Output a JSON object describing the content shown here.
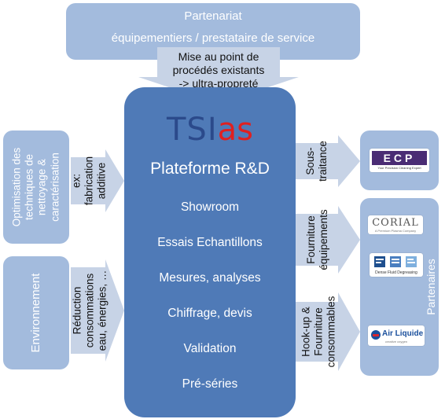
{
  "colors": {
    "main_box": "#4f7ab7",
    "light_box": "#a3bbdd",
    "arrow": "#c7d3e6",
    "tsi_blue": "#2b4a8b",
    "as_red": "#e02020"
  },
  "top": {
    "line1": "Partenariat",
    "line2": "équipementiers / prestataire de service"
  },
  "top_arrow": {
    "line1": "Mise au point de",
    "line2": "procédés existants",
    "line3": "-> ultra-propreté"
  },
  "main": {
    "logo_tsi": "TSI",
    "logo_as": "as",
    "title": "Plateforme R&D",
    "items": [
      "Showroom",
      "Essais Echantillons",
      "Mesures, analyses",
      "Chiffrage, devis",
      "Validation",
      "Pré-séries"
    ]
  },
  "left_top_box": {
    "line1": "Optimisation des",
    "line2": "techniques de",
    "line3": "nettoyage &",
    "line4": "caractérisation"
  },
  "left_top_arrow": {
    "line1": "ex:",
    "line2": "fabrication",
    "line3": "additive"
  },
  "left_bottom_box": {
    "line1": "Environnement"
  },
  "left_bottom_arrow": {
    "line1": "Réduction",
    "line2": "consommations",
    "line3": "eau, énergies, …"
  },
  "right_arrows": {
    "a1": {
      "line1": "Sous-",
      "line2": "traitance"
    },
    "a2": {
      "line1": "Fourniture",
      "line2": "équipements"
    },
    "a3": {
      "line1": "Hook-up &",
      "line2": "Fourniture",
      "line3": "consommables"
    }
  },
  "right_logos": {
    "ecp": {
      "text": "ECP",
      "tagline": "Your Precision Cleaning Expert"
    },
    "corial": {
      "text": "CORIAL",
      "tagline": "A Premium Plasma Company"
    },
    "dfd": {
      "tagline": "Dense Fluid Degreasing"
    },
    "airliquide": {
      "text": "Air Liquide",
      "tagline": "creative oxygen"
    }
  },
  "partners_label": "Partenaires"
}
